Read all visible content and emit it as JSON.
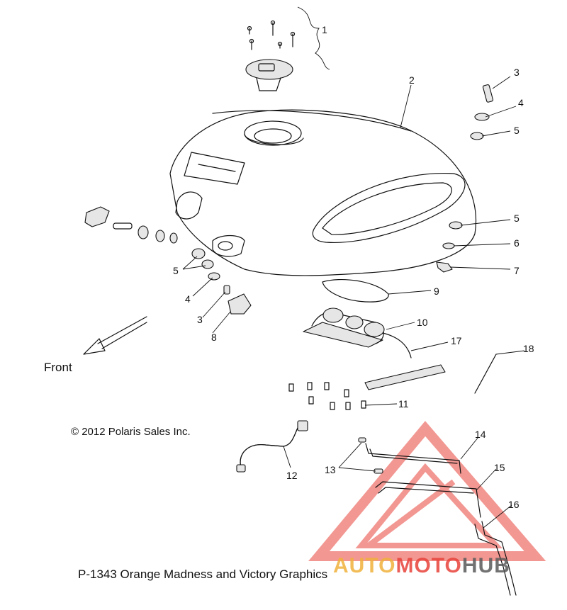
{
  "callouts": [
    {
      "text": "1"
    },
    {
      "text": "2"
    },
    {
      "text": "3"
    },
    {
      "text": "4"
    },
    {
      "text": "5"
    },
    {
      "text": "5"
    },
    {
      "text": "6"
    },
    {
      "text": "7"
    },
    {
      "text": "9"
    },
    {
      "text": "10"
    },
    {
      "text": "17"
    },
    {
      "text": "18"
    },
    {
      "text": "5"
    },
    {
      "text": "4"
    },
    {
      "text": "3"
    },
    {
      "text": "8"
    },
    {
      "text": "11"
    },
    {
      "text": "14"
    },
    {
      "text": "13"
    },
    {
      "text": "15"
    },
    {
      "text": "12"
    },
    {
      "text": "16"
    }
  ],
  "direction_label": "Front",
  "copyright": "© 2012 Polaris Sales Inc.",
  "caption": "P-1343 Orange Madness and Victory Graphics",
  "watermark": {
    "part1": "AUTO",
    "part2": "MOTO",
    "part3": "HUB",
    "colors": {
      "auto": "#f0b23c",
      "moto": "#e8433a",
      "hub": "#5a5a5a"
    }
  }
}
